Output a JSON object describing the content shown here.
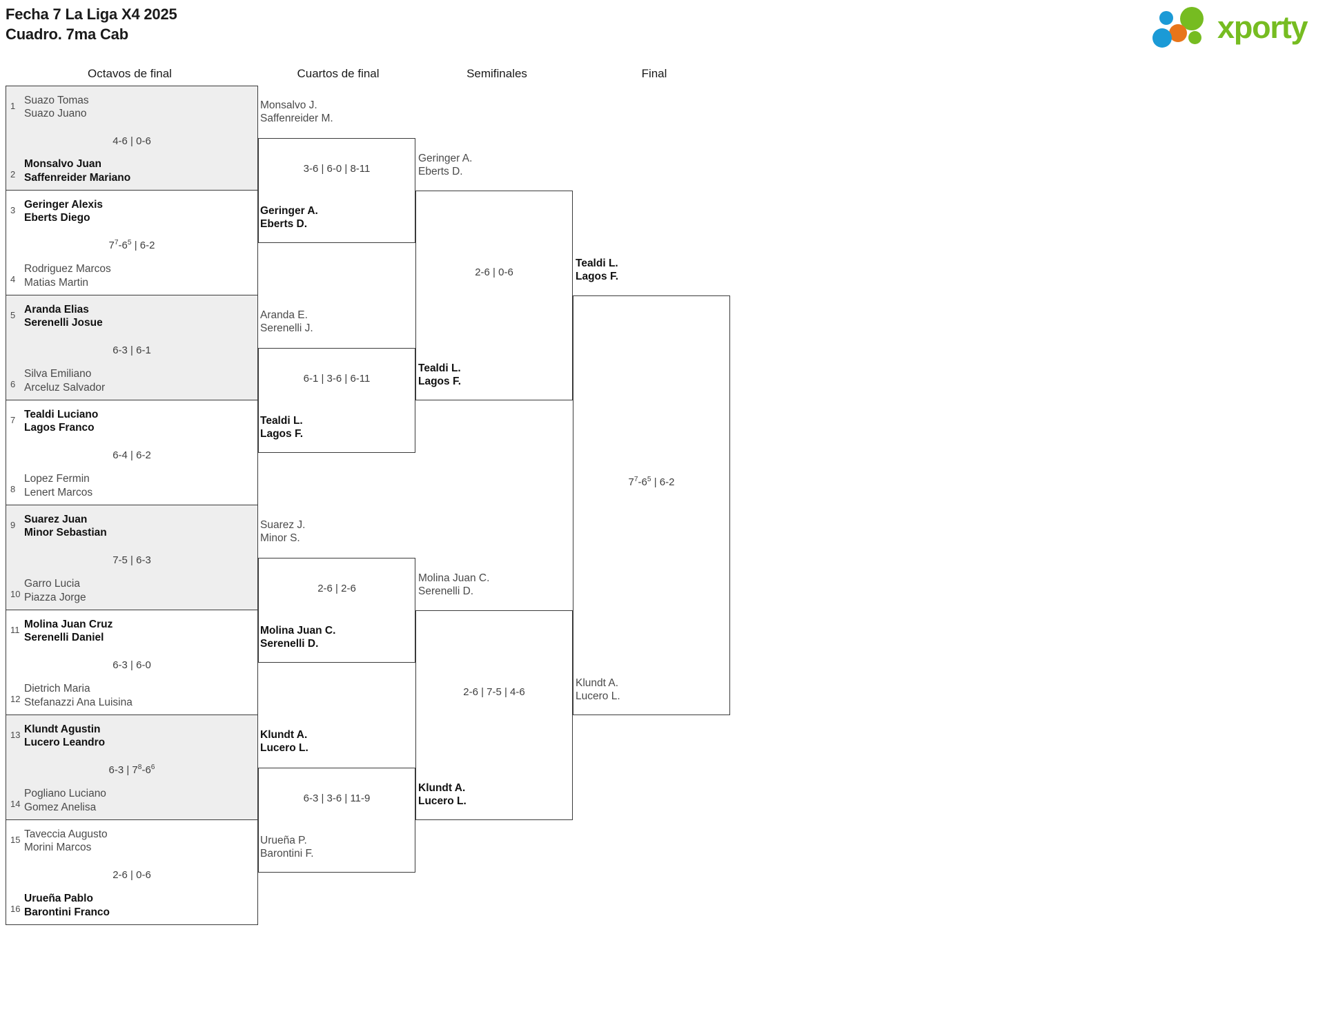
{
  "header": {
    "title": "Fecha 7 La Liga X4 2025\nCuadro. 7ma Cab",
    "logo_text": "xporty",
    "logo_colors": {
      "blue": "#1b9ad6",
      "orange": "#e8751a",
      "green": "#76bc21"
    }
  },
  "rounds": [
    {
      "label": "Octavos de final"
    },
    {
      "label": "Cuartos de final"
    },
    {
      "label": "Semifinales"
    },
    {
      "label": "Final"
    }
  ],
  "round1": {
    "matches": [
      {
        "score": "4-6 | 0-6",
        "top": {
          "seed": "1",
          "names": "Suazo Tomas\nSuazo Juano",
          "winner": false
        },
        "bottom": {
          "seed": "2",
          "names": "Monsalvo Juan\nSaffenreider Mariano",
          "winner": true
        }
      },
      {
        "score": "7⁷-6⁵ | 6-2",
        "top": {
          "seed": "3",
          "names": "Geringer Alexis\nEberts Diego",
          "winner": true
        },
        "bottom": {
          "seed": "4",
          "names": "Rodriguez Marcos\nMatias Martin",
          "winner": false
        }
      },
      {
        "score": "6-3 | 6-1",
        "top": {
          "seed": "5",
          "names": "Aranda Elias\nSerenelli Josue",
          "winner": true
        },
        "bottom": {
          "seed": "6",
          "names": "Silva Emiliano\nArceluz Salvador",
          "winner": false
        }
      },
      {
        "score": "6-4 | 6-2",
        "top": {
          "seed": "7",
          "names": "Tealdi Luciano\nLagos Franco",
          "winner": true
        },
        "bottom": {
          "seed": "8",
          "names": "Lopez Fermin\nLenert Marcos",
          "winner": false
        }
      },
      {
        "score": "7-5 | 6-3",
        "top": {
          "seed": "9",
          "names": "Suarez Juan\nMinor Sebastian",
          "winner": true
        },
        "bottom": {
          "seed": "10",
          "names": "Garro Lucia\nPiazza Jorge",
          "winner": false
        }
      },
      {
        "score": "6-3 | 6-0",
        "top": {
          "seed": "11",
          "names": "Molina Juan Cruz\nSerenelli Daniel",
          "winner": true
        },
        "bottom": {
          "seed": "12",
          "names": "Dietrich Maria\nStefanazzi Ana Luisina",
          "winner": false
        }
      },
      {
        "score": "6-3 | 7⁸-6⁶",
        "top": {
          "seed": "13",
          "names": "Klundt Agustin\nLucero Leandro",
          "winner": true
        },
        "bottom": {
          "seed": "14",
          "names": "Pogliano Luciano\nGomez Anelisa",
          "winner": false
        }
      },
      {
        "score": "2-6 | 0-6",
        "top": {
          "seed": "15",
          "names": "Taveccia Augusto\nMorini Marcos",
          "winner": false
        },
        "bottom": {
          "seed": "16",
          "names": "Urueña Pablo\nBarontini Franco",
          "winner": true
        }
      }
    ]
  },
  "round2": {
    "matches": [
      {
        "score": "3-6 | 6-0 | 8-11",
        "top": {
          "names": "Monsalvo J.\nSaffenreider M.",
          "winner": false
        },
        "bottom": {
          "names": "Geringer A.\nEberts D.",
          "winner": true
        }
      },
      {
        "score": "6-1 | 3-6 | 6-11",
        "top": {
          "names": "Aranda E.\nSerenelli J.",
          "winner": false
        },
        "bottom": {
          "names": "Tealdi L.\nLagos F.",
          "winner": true
        }
      },
      {
        "score": "2-6 | 2-6",
        "top": {
          "names": "Suarez J.\nMinor S.",
          "winner": false
        },
        "bottom": {
          "names": "Molina Juan C.\nSerenelli D.",
          "winner": true
        }
      },
      {
        "score": "6-3 | 3-6 | 11-9",
        "top": {
          "names": "Klundt A.\nLucero L.",
          "winner": true
        },
        "bottom": {
          "names": "Urueña P.\nBarontini F.",
          "winner": false
        }
      }
    ]
  },
  "round3": {
    "matches": [
      {
        "score": "2-6 | 0-6",
        "top": {
          "names": "Geringer A.\nEberts D.",
          "winner": false
        },
        "bottom": {
          "names": "Tealdi L.\nLagos F.",
          "winner": true
        }
      },
      {
        "score": "2-6 | 7-5 | 4-6",
        "top": {
          "names": "Molina Juan C.\nSerenelli D.",
          "winner": false
        },
        "bottom": {
          "names": "Klundt A.\nLucero L.",
          "winner": true
        }
      }
    ]
  },
  "round4": {
    "matches": [
      {
        "score": "7⁷-6⁵ | 6-2",
        "top": {
          "names": "Tealdi L.\nLagos F.",
          "winner": true
        },
        "bottom": {
          "names": "Klundt A.\nLucero L.",
          "winner": false
        }
      }
    ]
  }
}
